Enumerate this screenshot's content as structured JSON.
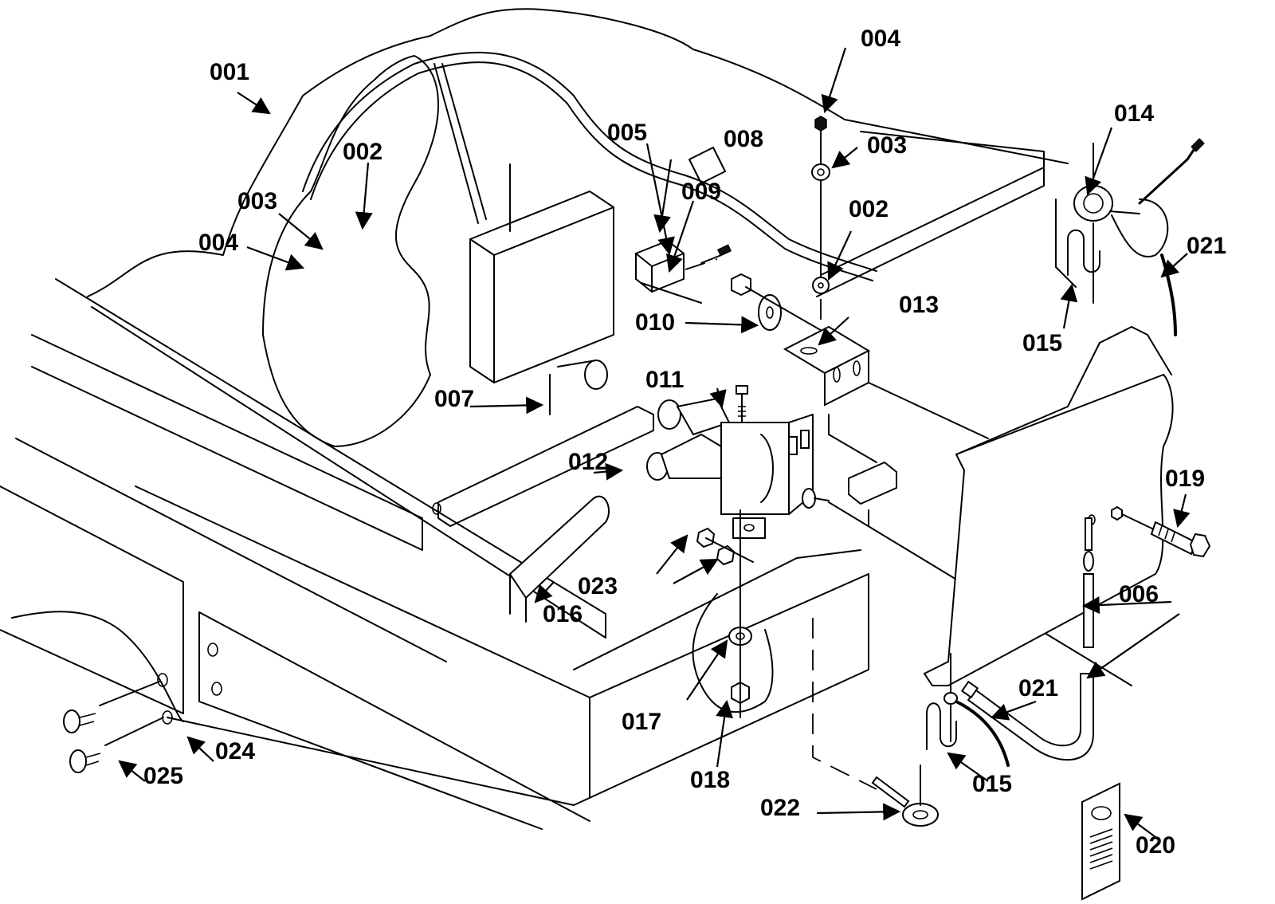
{
  "diagram": {
    "type": "exploded-parts-diagram",
    "callouts": [
      {
        "id": "c001",
        "label": "001",
        "part": "cabinet-shell"
      },
      {
        "id": "c002a",
        "label": "002",
        "part": "flat-washer"
      },
      {
        "id": "c003a",
        "label": "003",
        "part": "lock-washer"
      },
      {
        "id": "c004a",
        "label": "004",
        "part": "hex-nut"
      },
      {
        "id": "c004b",
        "label": "004",
        "part": "hex-nut"
      },
      {
        "id": "c003b",
        "label": "003",
        "part": "lock-washer"
      },
      {
        "id": "c002b",
        "label": "002",
        "part": "flat-washer"
      },
      {
        "id": "c005",
        "label": "005",
        "part": "switch-block"
      },
      {
        "id": "c008",
        "label": "008",
        "part": "screw"
      },
      {
        "id": "c009",
        "label": "009",
        "part": "hex-nut"
      },
      {
        "id": "c010",
        "label": "010",
        "part": "large-washer"
      },
      {
        "id": "c013",
        "label": "013",
        "part": "mounting-bracket"
      },
      {
        "id": "c014",
        "label": "014",
        "part": "ring-terminal"
      },
      {
        "id": "c015a",
        "label": "015",
        "part": "s-hook"
      },
      {
        "id": "c021a",
        "label": "021",
        "part": "ground-wire"
      },
      {
        "id": "c007",
        "label": "007",
        "part": "hose"
      },
      {
        "id": "c011",
        "label": "011",
        "part": "bolt"
      },
      {
        "id": "c012",
        "label": "012",
        "part": "water-valve"
      },
      {
        "id": "c016",
        "label": "016",
        "part": "tube"
      },
      {
        "id": "c023",
        "label": "023",
        "part": "hex-nuts"
      },
      {
        "id": "c017",
        "label": "017",
        "part": "lock-washer"
      },
      {
        "id": "c018",
        "label": "018",
        "part": "hex-nut"
      },
      {
        "id": "c019",
        "label": "019",
        "part": "hex-bolt"
      },
      {
        "id": "c006",
        "label": "006",
        "part": "heater-tube"
      },
      {
        "id": "c021b",
        "label": "021",
        "part": "ground-wire"
      },
      {
        "id": "c015b",
        "label": "015",
        "part": "s-hook"
      },
      {
        "id": "c022",
        "label": "022",
        "part": "ground-lug"
      },
      {
        "id": "c020",
        "label": "020",
        "part": "instruction-label"
      },
      {
        "id": "c024",
        "label": "024",
        "part": "side-panel"
      },
      {
        "id": "c025",
        "label": "025",
        "part": "screws"
      }
    ]
  }
}
